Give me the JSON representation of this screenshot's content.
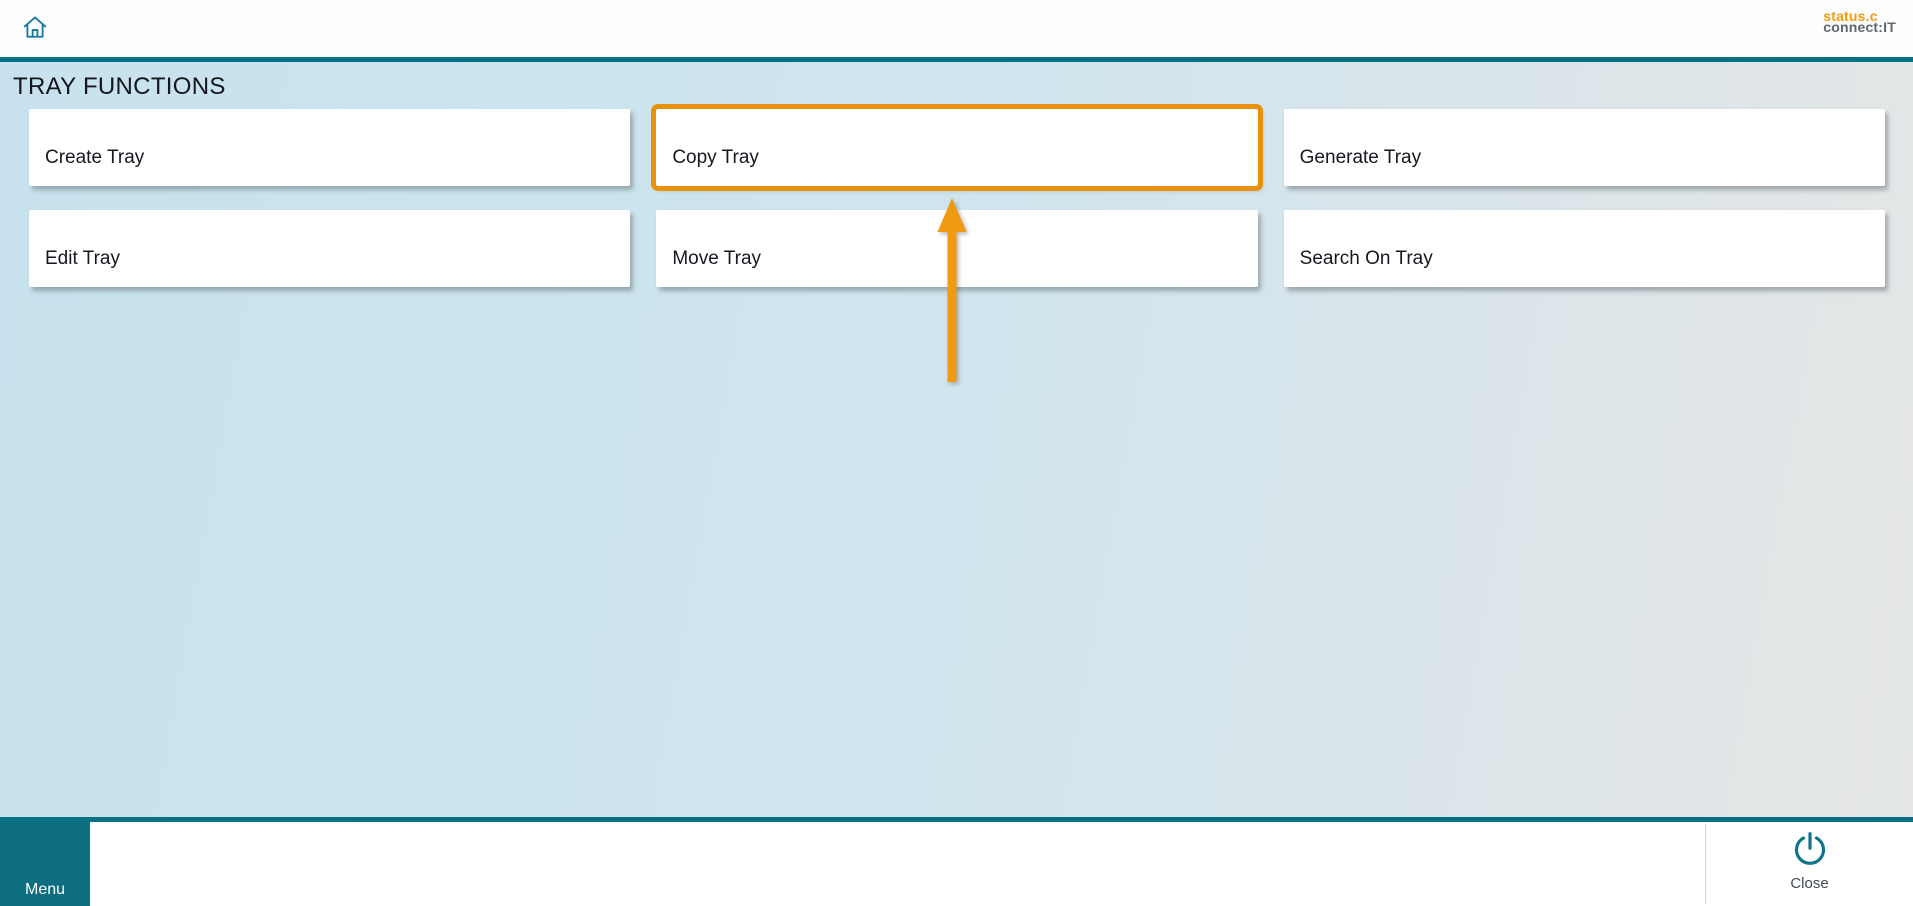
{
  "header": {
    "logo_line1": "status.c",
    "logo_line2": "connect:IT",
    "home_icon": "home-icon"
  },
  "content": {
    "heading": "TRAY FUNCTIONS",
    "buttons": [
      {
        "label": "Create Tray",
        "highlighted": false
      },
      {
        "label": "Copy Tray",
        "highlighted": true
      },
      {
        "label": "Generate Tray",
        "highlighted": false
      },
      {
        "label": "Edit Tray",
        "highlighted": false
      },
      {
        "label": "Move Tray",
        "highlighted": false
      },
      {
        "label": "Search On Tray",
        "highlighted": false
      }
    ],
    "arrow": {
      "shape": "up-arrow",
      "points_to": "Copy Tray",
      "color": "#ef9a10"
    }
  },
  "footer": {
    "menu_label": "Menu",
    "menu_icon": "hamburger-icon",
    "close_label": "Close",
    "close_icon": "power-icon"
  },
  "colors": {
    "accent_teal": "#057084",
    "menu_teal": "#0d6e80",
    "highlight_orange": "#e8920b",
    "arrow_orange": "#ef9a10",
    "logo_orange": "#f49a0c",
    "logo_gray": "#5f676d",
    "bg_blue": "#c7e2ee",
    "bg_gray": "#e5e7e7",
    "text_dark": "#17171f"
  }
}
